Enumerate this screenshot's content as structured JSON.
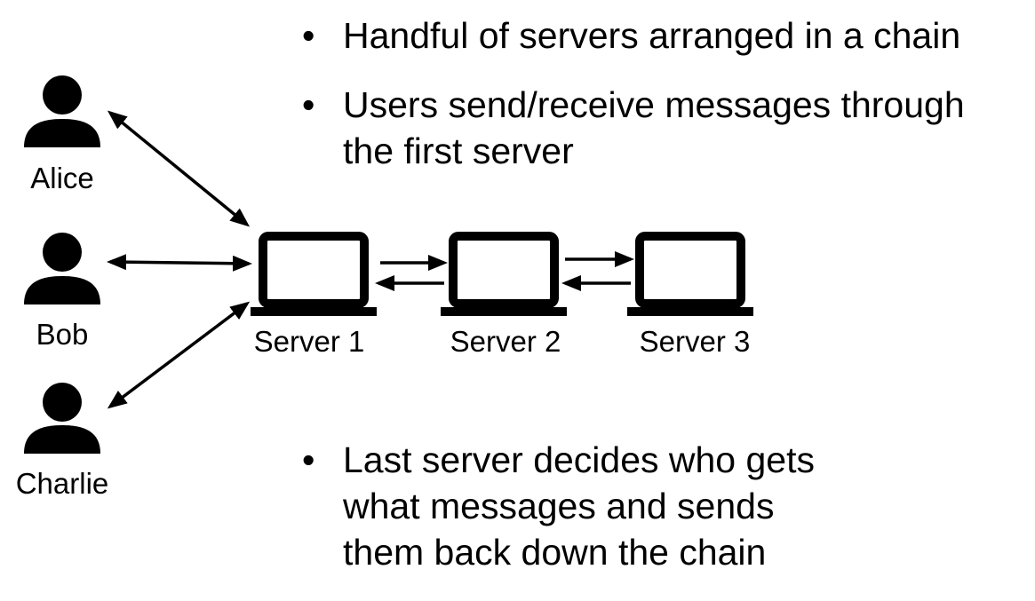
{
  "bullets": [
    {
      "marker": "•",
      "text": "Handful of servers arranged in a chain"
    },
    {
      "marker": "•",
      "text": "Users send/receive messages through\nthe first server"
    },
    {
      "marker": "•",
      "text": "Last server decides who gets\nwhat messages and sends\nthem back down the chain"
    }
  ],
  "users": [
    {
      "label": "Alice",
      "icon": "person-icon"
    },
    {
      "label": "Bob",
      "icon": "person-icon"
    },
    {
      "label": "Charlie",
      "icon": "person-icon"
    }
  ],
  "servers": [
    {
      "label": "Server 1",
      "icon": "laptop-icon"
    },
    {
      "label": "Server 2",
      "icon": "laptop-icon"
    },
    {
      "label": "Server 3",
      "icon": "laptop-icon"
    }
  ],
  "colors": {
    "foreground": "#000000",
    "background": "#ffffff"
  }
}
